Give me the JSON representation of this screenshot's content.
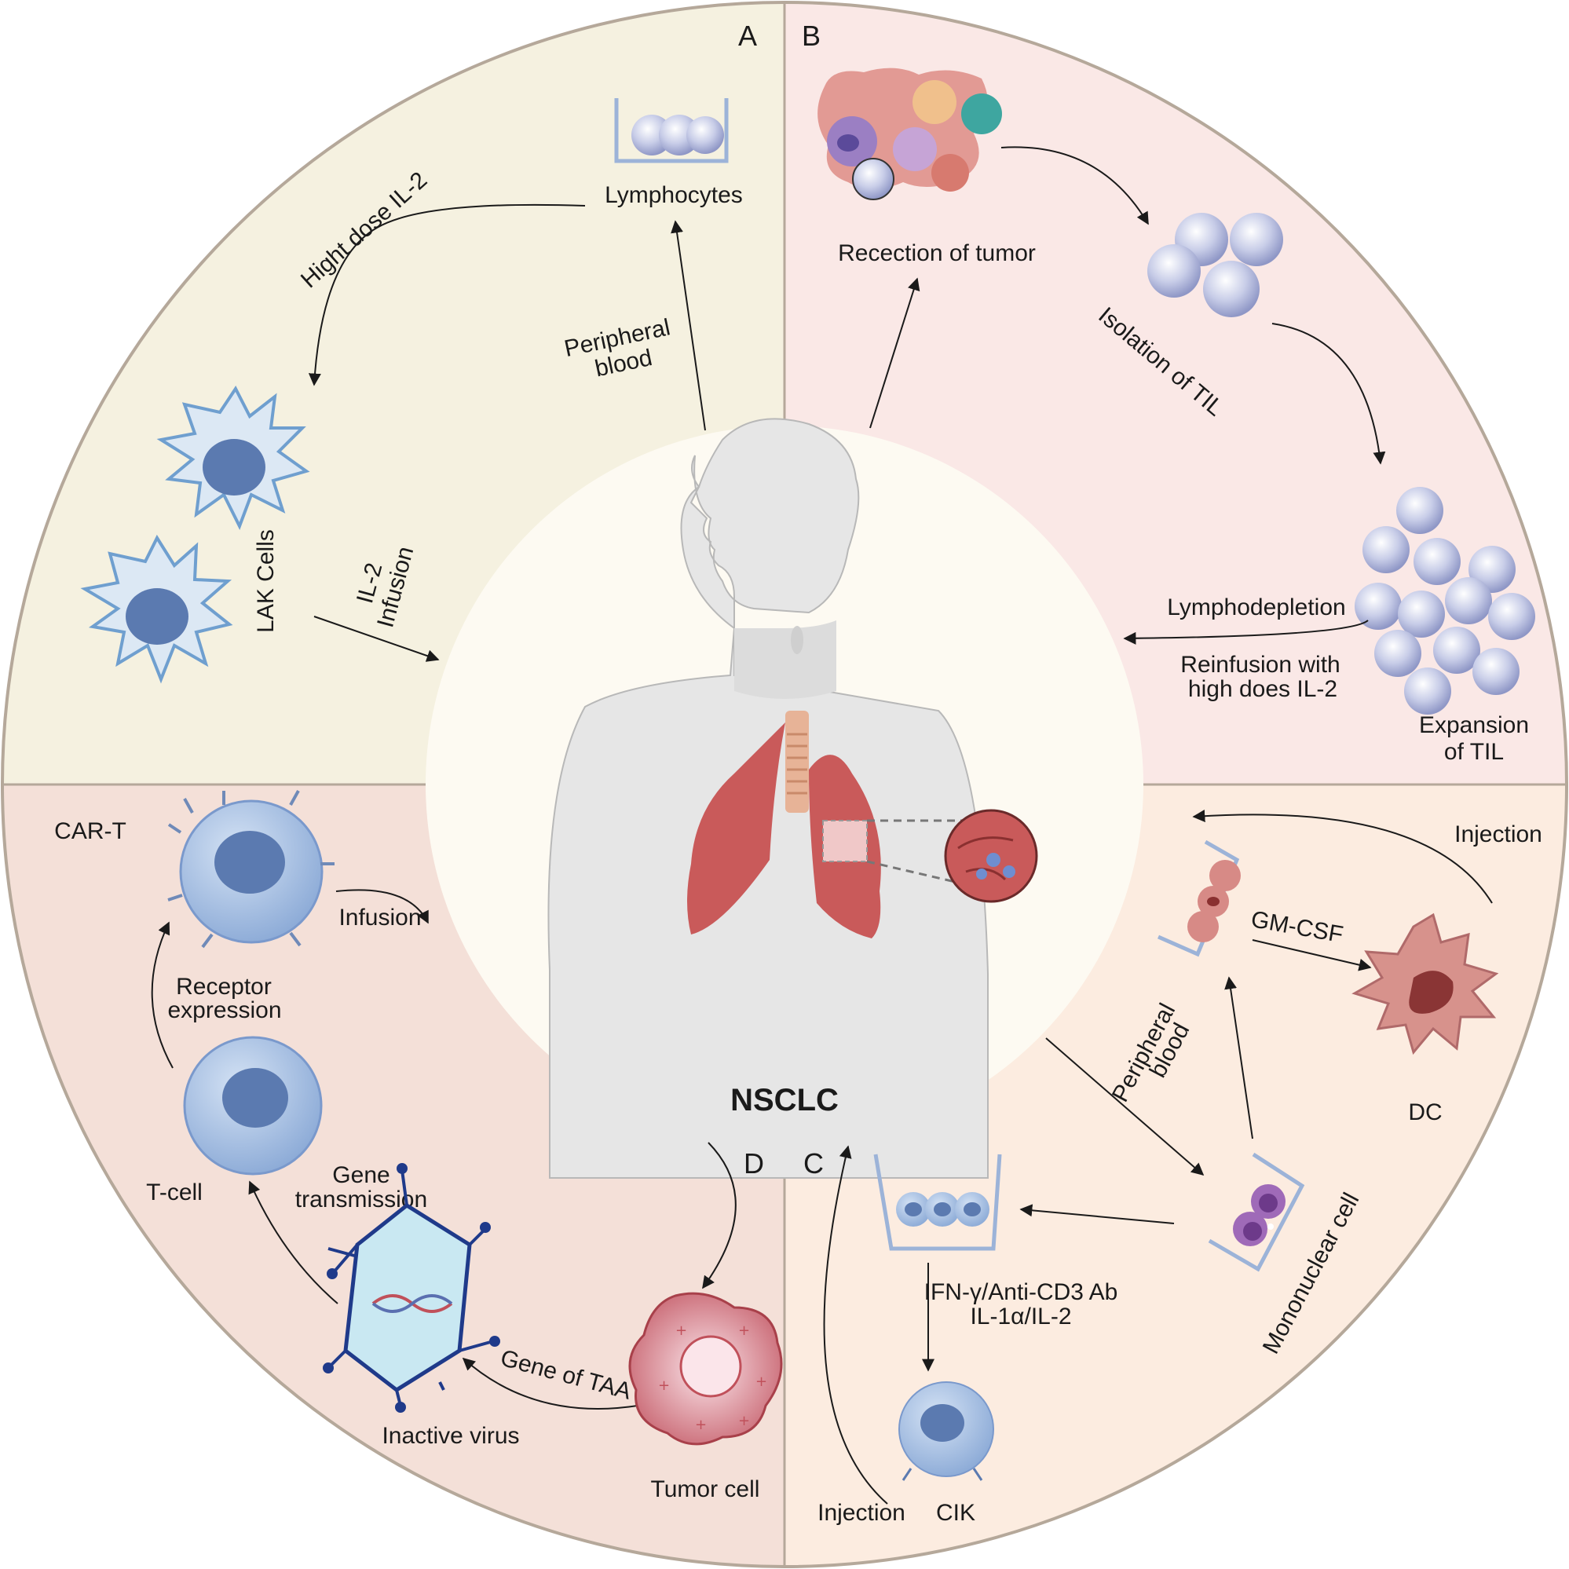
{
  "center": {
    "title": "NSCLC"
  },
  "quadrants": {
    "A": {
      "letter": "A",
      "labels": {
        "lymphocytes": "Lymphocytes",
        "high_dose": "Hight dose IL-2",
        "peripheral_1": "Peripheral",
        "peripheral_2": "blood",
        "lak": "LAK Cells",
        "il2_1": "IL-2",
        "il2_2": "Infusion"
      }
    },
    "B": {
      "letter": "B",
      "labels": {
        "resection": "Recection of tumor",
        "isolation": "Isolation of TIL",
        "lymphodepletion": "Lymphodepletion",
        "reinfusion_1": "Reinfusion with",
        "reinfusion_2": "high does IL-2",
        "expansion_1": "Expansion",
        "expansion_2": "of TIL"
      }
    },
    "C": {
      "letter": "C",
      "labels": {
        "injection_dc": "Injection",
        "gmcsf": "GM-CSF",
        "dc": "DC",
        "peripheral_1": "Peripheral",
        "peripheral_2": "blood",
        "mononuclear": "Mononuclear cell",
        "ifn_1": "IFN-γ/Anti-CD3 Ab",
        "ifn_2": "IL-1α/IL-2",
        "injection_cik": "Injection",
        "cik": "CIK"
      }
    },
    "D": {
      "letter": "D",
      "labels": {
        "cart": "CAR-T",
        "infusion": "Infusion",
        "receptor_1": "Receptor",
        "receptor_2": "expression",
        "tcell": "T-cell",
        "gene_1": "Gene",
        "gene_2": "transmission",
        "gene_taa": "Gene of TAA",
        "virus": "Inactive virus",
        "tumor": "Tumor cell"
      }
    }
  },
  "colors": {
    "quadrant_a": "#f5f1e0",
    "quadrant_b": "#fae8e6",
    "quadrant_c": "#fcece0",
    "quadrant_d": "#f4e0d8",
    "center": "#fdfaf2",
    "border": "#b59e94",
    "cell_blue": "#9db8dd",
    "nucleus_blue": "#5b7ab0",
    "lung_red": "#c85a5a",
    "dc_red": "#c87a7a"
  }
}
